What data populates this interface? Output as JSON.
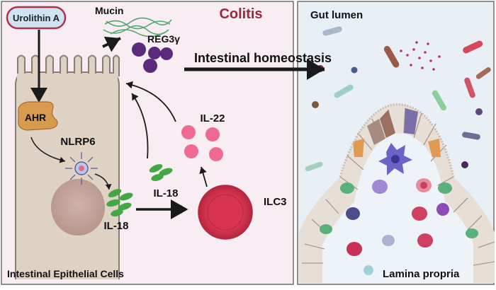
{
  "panels": {
    "colitis": {
      "title": "Colitis",
      "compound": "Urolithin A",
      "labels": {
        "mucin": "Mucin",
        "reg3g": "REG3γ",
        "ahr": "AHR",
        "nlrp6": "NLRP6",
        "il18_cell": "IL-18",
        "il18_secreted": "IL-18",
        "il22": "IL-22",
        "ilc3": "ILC3",
        "footer": "Intestinal Epithelial Cells"
      }
    },
    "homeostasis_label": "Intestinal homeostasis",
    "gut": {
      "top_label": "Gut lumen",
      "bottom_label": "Lamina propria"
    }
  },
  "colors": {
    "left_panel_bg": "#f7edf3",
    "right_panel_bg": "#e9f0f5",
    "title_red": "#9c2740",
    "compound_bg": "#cfe3f3",
    "compound_border": "#b03248",
    "cell_fill": "#ddd2c4",
    "cell_stroke": "#8a7d72",
    "ahr_fill": "#d89a4f",
    "nucleus": "#c4a39a",
    "il18_green": "#43a843",
    "il22_pink": "#ef6a93",
    "ilc3_red": "#d6334f",
    "reg3_purple": "#5b2a7c",
    "arrow_dark": "#1a1a1a"
  }
}
